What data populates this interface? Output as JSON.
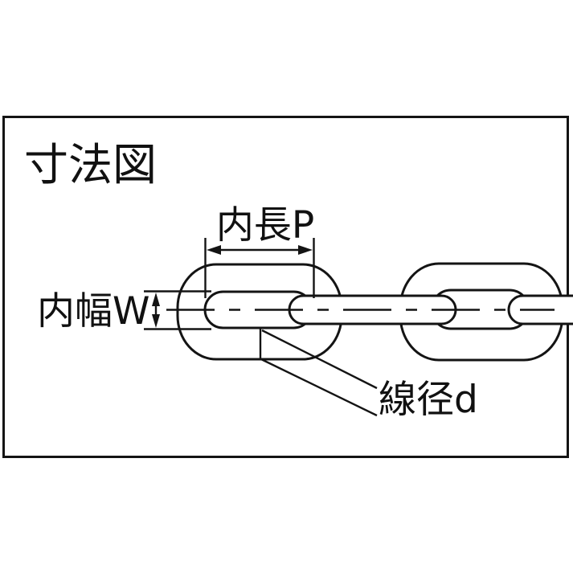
{
  "diagram": {
    "title": "寸法図",
    "dimension_labels": {
      "inner_length": "内長P",
      "inner_width": "内幅W",
      "wire_diameter": "線径d"
    },
    "colors": {
      "line": "#141414",
      "background": "#ffffff"
    }
  }
}
